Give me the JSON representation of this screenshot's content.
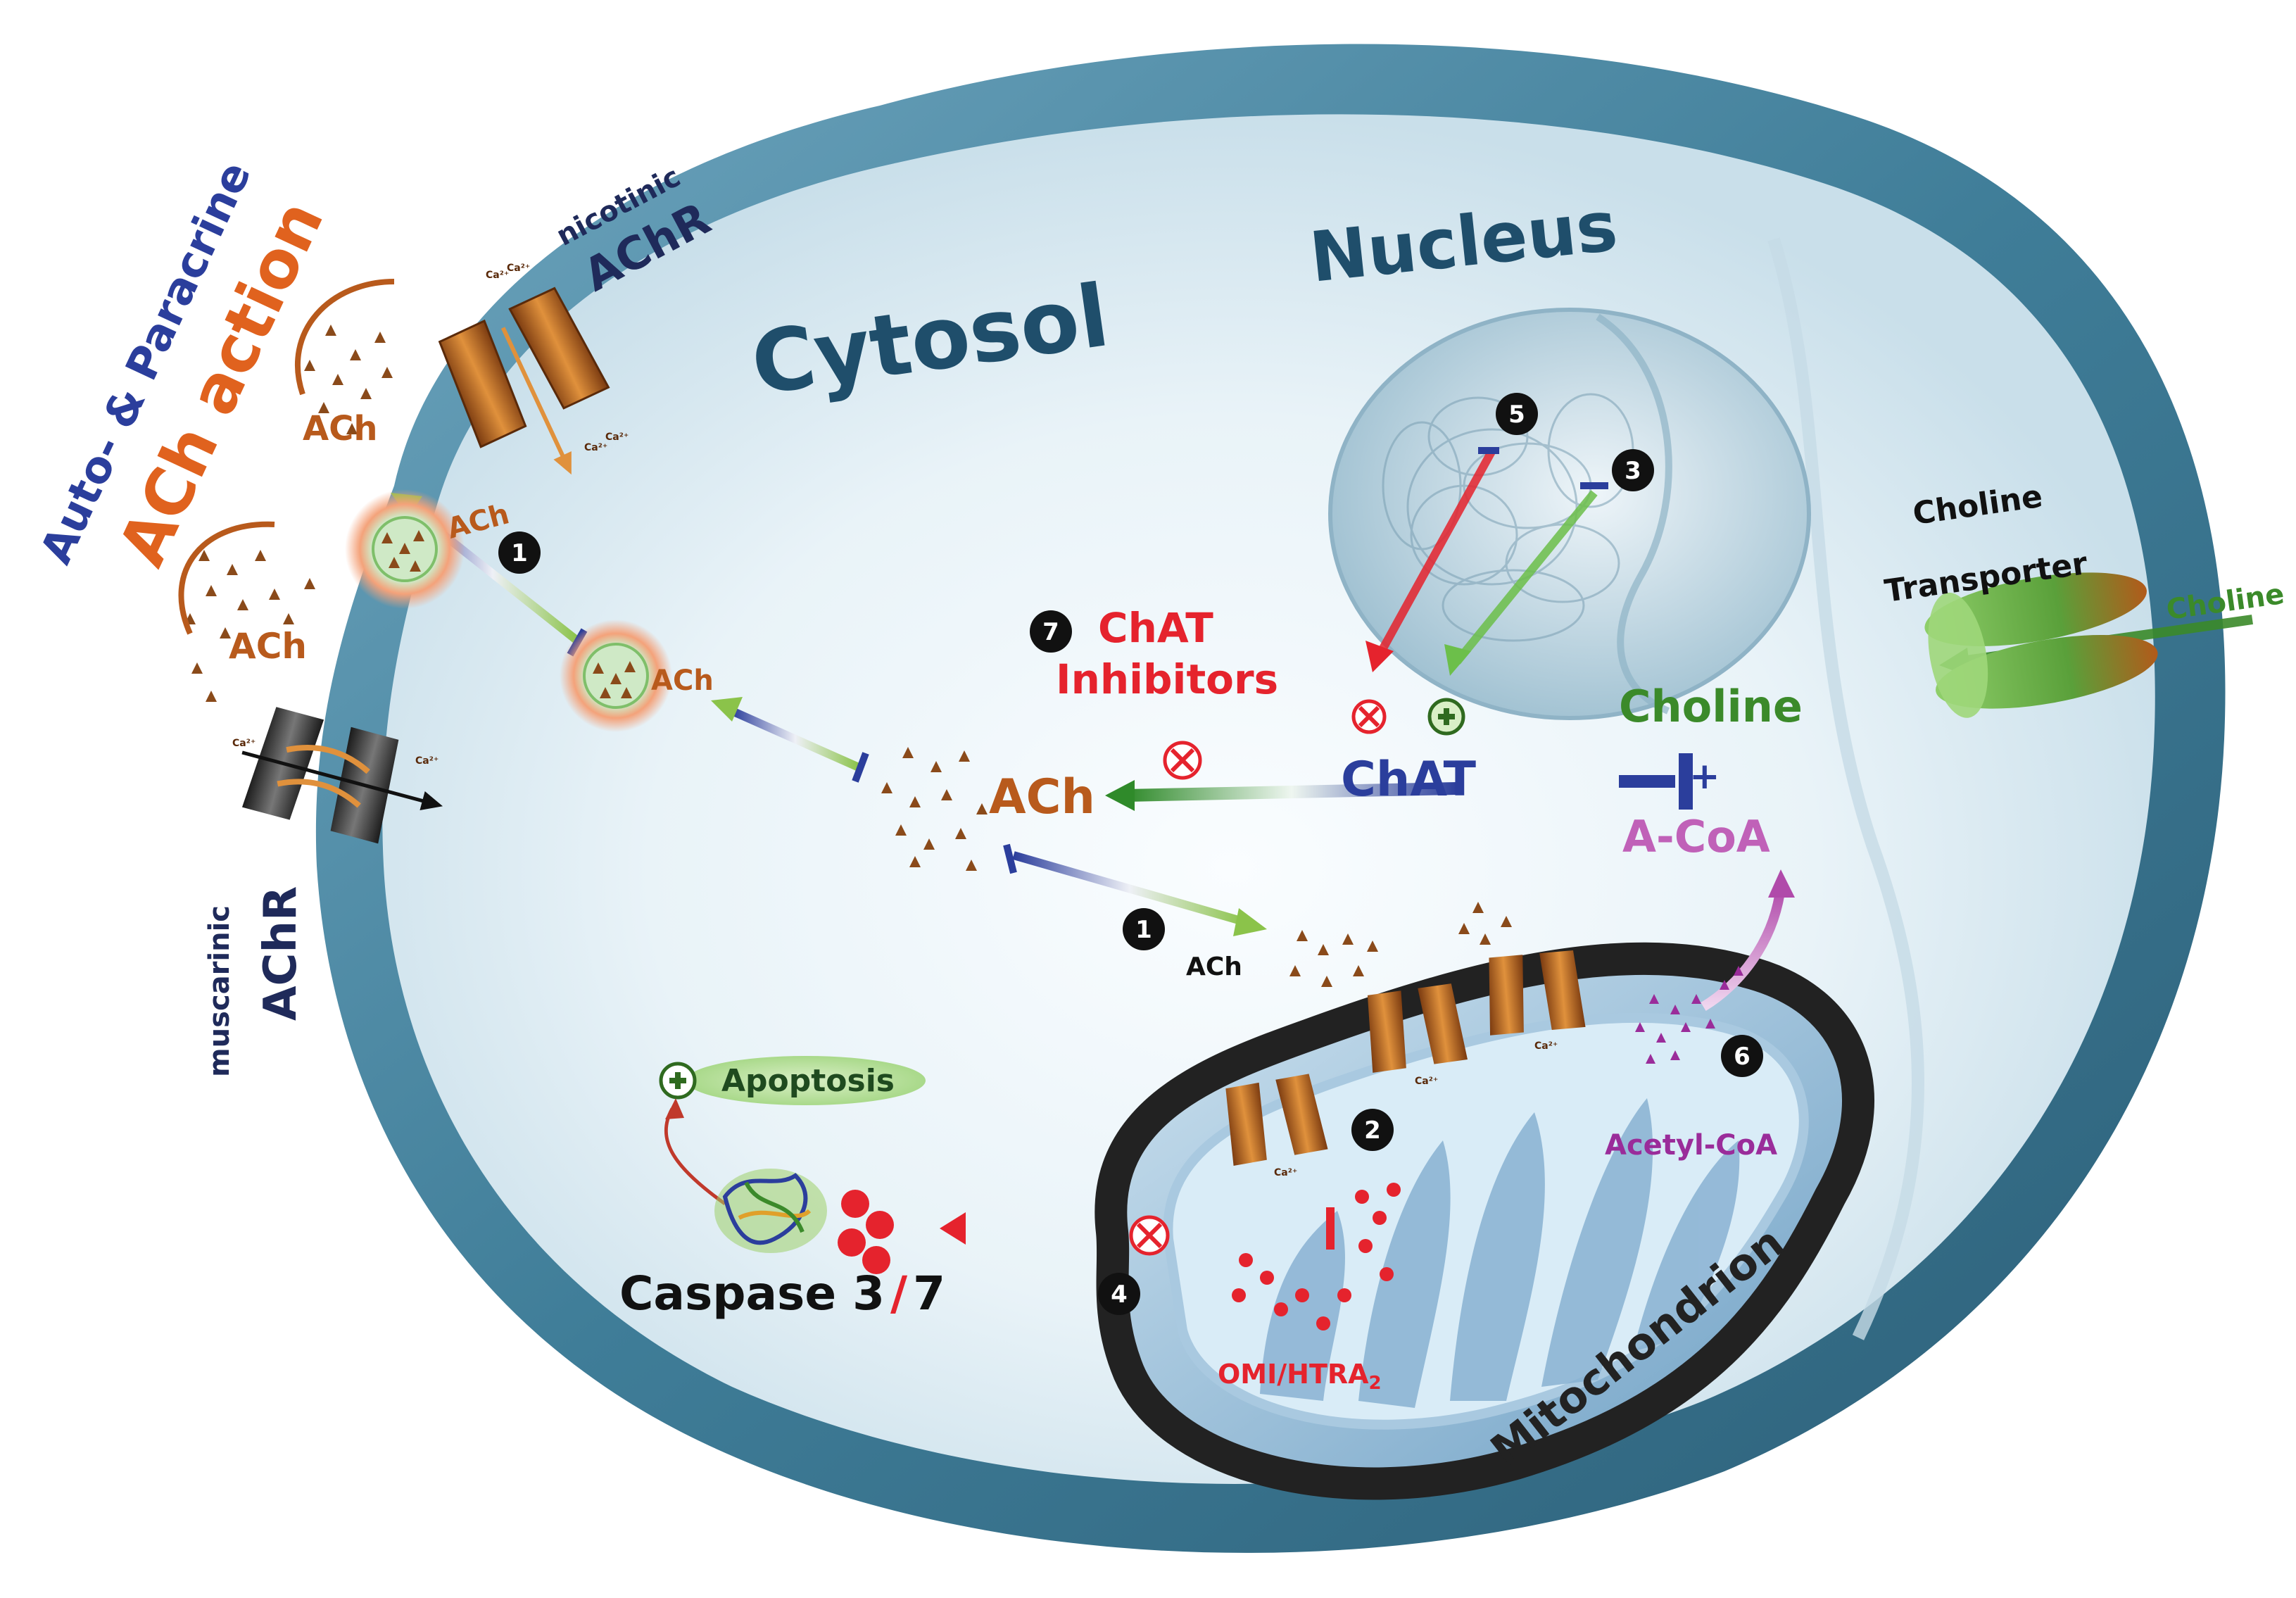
{
  "labels": {
    "auto_paracrine": "Auto- & Paracrine",
    "ach_action": "ACh action",
    "nicotinic": "nicotinic",
    "achr_top": "AChR",
    "muscarinic": "muscarinic",
    "achr_bottom": "AChR",
    "cytosol": "Cytosol",
    "nucleus": "Nucleus",
    "choline_transporter_line1": "Choline",
    "choline_transporter_line2": "Transporter",
    "choline_outside": "Choline",
    "choline_inside": "Choline",
    "plus_sign": "+",
    "acoa": "A-CoA",
    "chat": "ChAT",
    "chat_inhibitors_line1": "ChAT",
    "chat_inhibitors_line2": "Inhibitors",
    "ach_center": "ACh",
    "ach_vesicle_inner": "ACh",
    "ach_vesicle_membrane": "ACh",
    "ach_outside_top": "ACh",
    "ach_outside_mid": "ACh",
    "ach_lower": "ACh",
    "apoptosis": "Apoptosis",
    "caspase_main": "Caspase 3",
    "caspase_slash": "/",
    "caspase_seven": "7",
    "omi": "OMI/HTRA",
    "omi_sub": "2",
    "acetyl_coa": "Acetyl-CoA",
    "mitochondrion": "Mitochondrion",
    "ca_ion": "Ca²⁺"
  },
  "steps": [
    "1",
    "1",
    "2",
    "3",
    "4",
    "5",
    "6",
    "7"
  ],
  "icons": {
    "inhibit": "circled-times-icon",
    "activate": "circled-plus-icon",
    "channel": "ion-channel-icon",
    "ach_molecule": "triangle-icon",
    "vesicle": "vesicle-icon",
    "caspase": "protein-structure-icon",
    "omi": "crescent-icon"
  },
  "colors": {
    "cytosol_text": "#1f4e6b",
    "nucleus_text": "#1f4e6b",
    "auto_paracrine": "#2b3e9c",
    "ach_action": "#e0621e",
    "ach_brown": "#b85a1c",
    "chat_blue": "#2b3e9c",
    "inhibitor_red": "#e5232d",
    "choline_green": "#3b8a2a",
    "acoa_purple": "#c061b8",
    "acetylcoa_purple": "#9a2c9a",
    "triangle_brown": "#8a4a1a",
    "step_badge": "#111111",
    "membrane": "#3f7d98"
  }
}
